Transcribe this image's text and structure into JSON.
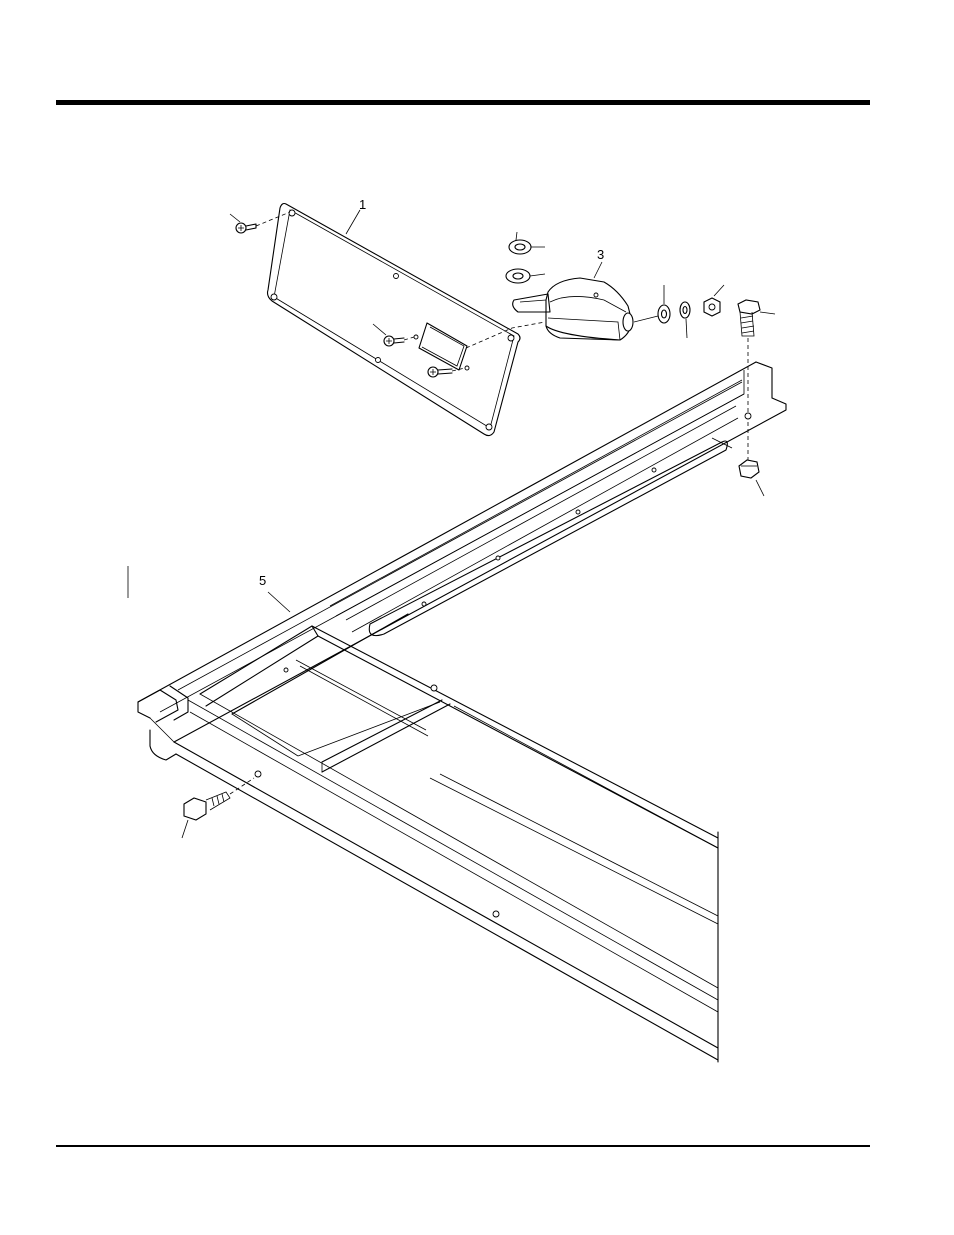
{
  "diagram": {
    "callouts": [
      {
        "id": "panel",
        "label": "1"
      },
      {
        "id": "switch",
        "label": "3"
      },
      {
        "id": "frame",
        "label": "5"
      }
    ]
  }
}
